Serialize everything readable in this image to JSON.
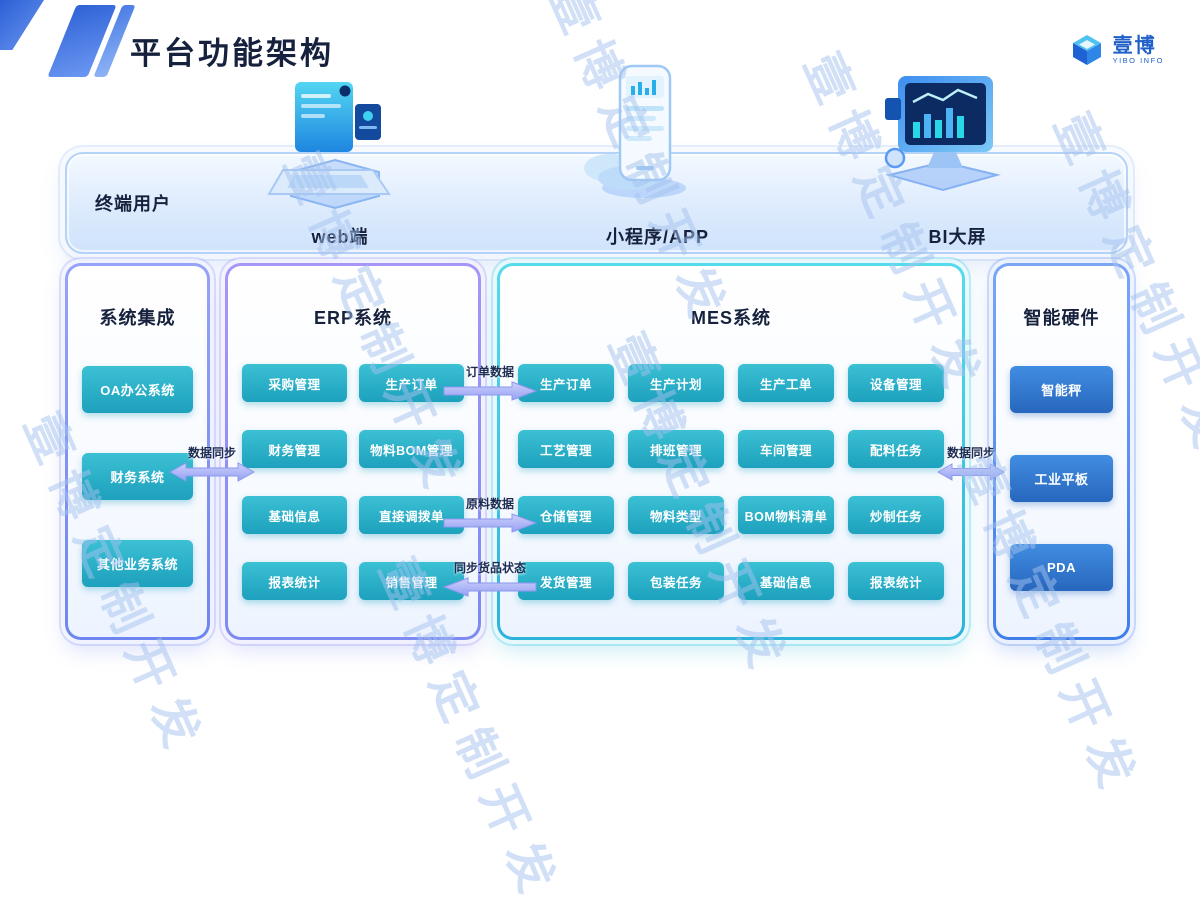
{
  "header": {
    "title": "平台功能架构",
    "logo": {
      "name": "壹博",
      "subtitle": "YIBO INFO"
    }
  },
  "watermark": {
    "text": "壹博定制开发"
  },
  "terminal": {
    "label": "终端用户",
    "channels": [
      {
        "label": "web端",
        "icon": "laptop-illustration"
      },
      {
        "label": "小程序/APP",
        "icon": "phone-illustration"
      },
      {
        "label": "BI大屏",
        "icon": "bi-screen-illustration"
      }
    ]
  },
  "sections": {
    "integration": {
      "title": "系统集成",
      "items": [
        "OA办公系统",
        "财务系统",
        "其他业务系统"
      ]
    },
    "erp": {
      "title": "ERP系统",
      "items": [
        "采购管理",
        "生产订单",
        "财务管理",
        "物料BOM管理",
        "基础信息",
        "直接调拨单",
        "报表统计",
        "销售管理"
      ]
    },
    "mes": {
      "title": "MES系统",
      "items": [
        "生产订单",
        "生产计划",
        "生产工单",
        "设备管理",
        "工艺管理",
        "排班管理",
        "车间管理",
        "配料任务",
        "仓储管理",
        "物料类型",
        "BOM物料清单",
        "炒制任务",
        "发货管理",
        "包装任务",
        "基础信息",
        "报表统计"
      ]
    },
    "hardware": {
      "title": "智能硬件",
      "items": [
        "智能秤",
        "工业平板",
        "PDA"
      ]
    }
  },
  "flows": {
    "integration_erp": "数据同步",
    "erp_mes_order": "订单数据",
    "erp_mes_material": "原料数据",
    "mes_erp_status": "同步货品状态",
    "mes_hardware": "数据同步"
  },
  "colors": {
    "teal_button": "#23aac2",
    "blue_button": "#2e7fd0",
    "mes_border": "#35c4dc",
    "erp_border": "#8d8cf3",
    "integration_border": "#7f93f3",
    "hardware_border": "#4f86ec",
    "title_text": "#16213d",
    "accent": "#2f62d6"
  }
}
